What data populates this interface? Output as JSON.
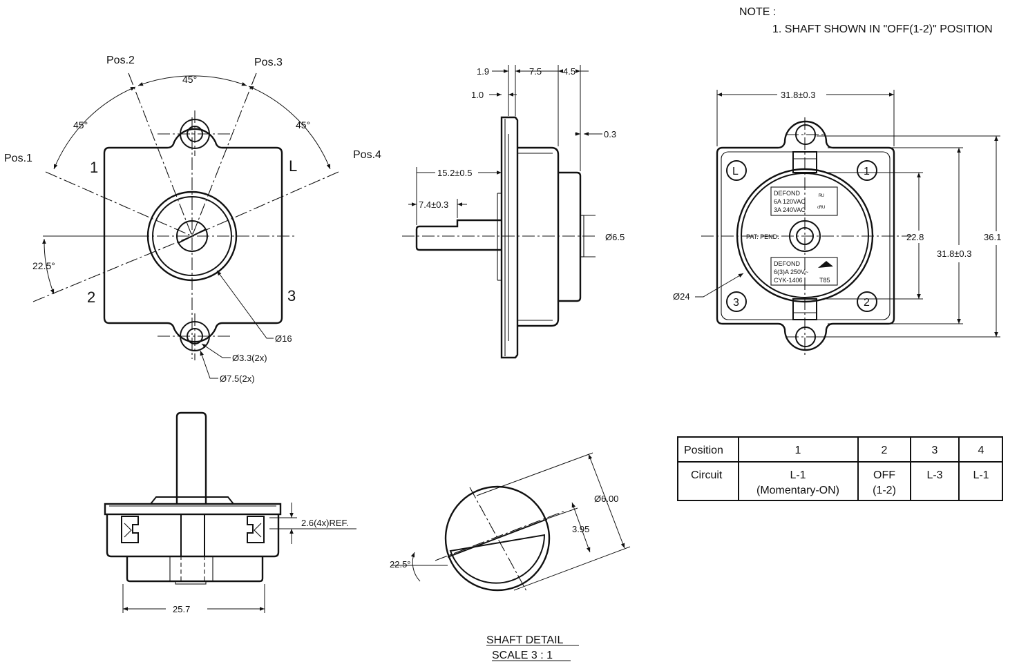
{
  "note": {
    "heading": "NOTE :",
    "line1": "1. SHAFT SHOWN IN \"OFF(1-2)\" POSITION"
  },
  "front_view": {
    "pos1": "Pos.1",
    "pos2": "Pos.2",
    "pos3": "Pos.3",
    "pos4": "Pos.4",
    "angle_top": "45°",
    "angle_left": "45°",
    "angle_right": "45°",
    "angle_offset": "22.5°",
    "terminal_1": "1",
    "terminal_L": "L",
    "terminal_2": "2",
    "terminal_3": "3",
    "dia_hub": "Ø16",
    "dia_hole": "Ø3.3(2x)",
    "dia_boss": "Ø7.5(2x)"
  },
  "side_view": {
    "dim_1_9": "1.9",
    "dim_7_5": "7.5",
    "dim_4_5": "4.5",
    "dim_1_0": "1.0",
    "dim_0_3": "0.3",
    "dim_15_2": "15.2±0.5",
    "dim_7_4": "7.4±0.3",
    "dim_shaft": "Ø6.5"
  },
  "rear_view": {
    "dim_width": "31.8±0.3",
    "dim_height": "31.8±0.3",
    "dim_overall": "36.1",
    "dim_inner": "22.8",
    "dia_body": "Ø24",
    "term_L": "L",
    "term_1": "1",
    "term_2": "2",
    "term_3": "3",
    "label_top_brand": "DEFOND",
    "label_top_rating1": "6A  120VAC",
    "label_top_rating2": "3A  240VAC",
    "label_patent": "PAT. PEND.",
    "label_bottom_brand": "DEFOND",
    "label_bottom_rating": "6(3)A 250V~",
    "label_bottom_model": "CYK-1406",
    "label_bottom_temp": "T85"
  },
  "bottom_view": {
    "dim_width": "25.7",
    "dim_ref": "2.6(4x)REF."
  },
  "shaft_detail": {
    "dia": "Ø6.00",
    "flat": "3.95",
    "angle": "22.5°",
    "title": "SHAFT DETAIL",
    "scale": "SCALE 3 : 1"
  },
  "table": {
    "header_label": "Position",
    "row_label": "Circuit",
    "columns": [
      {
        "position": "1",
        "circuit_line1": "L-1",
        "circuit_line2": "(Momentary-ON)"
      },
      {
        "position": "2",
        "circuit_line1": "OFF",
        "circuit_line2": "(1-2)"
      },
      {
        "position": "3",
        "circuit_line1": "L-3",
        "circuit_line2": ""
      },
      {
        "position": "4",
        "circuit_line1": "L-1",
        "circuit_line2": ""
      }
    ]
  }
}
